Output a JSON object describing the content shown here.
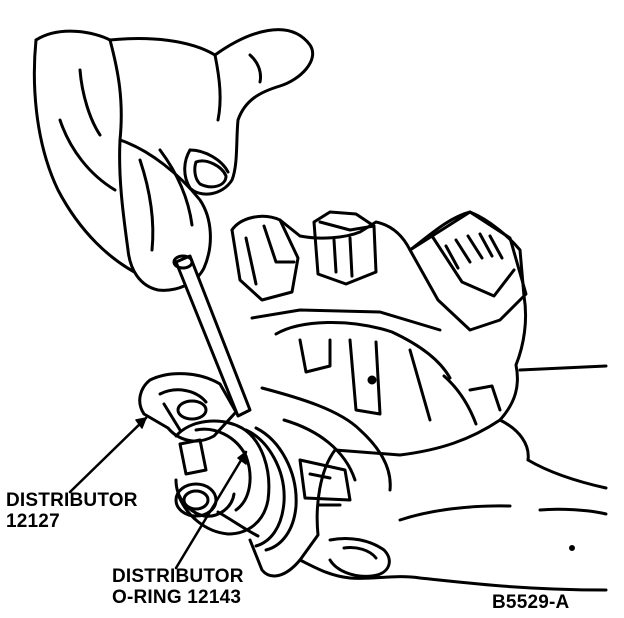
{
  "callouts": {
    "distributor": {
      "name": "DISTRIBUTOR",
      "part_number": "12127"
    },
    "oring": {
      "name": "DISTRIBUTOR",
      "part_number": "O-RING 12143"
    }
  },
  "figure_code": "B5529-A",
  "colors": {
    "ink": "#000000",
    "paper": "#ffffff"
  }
}
